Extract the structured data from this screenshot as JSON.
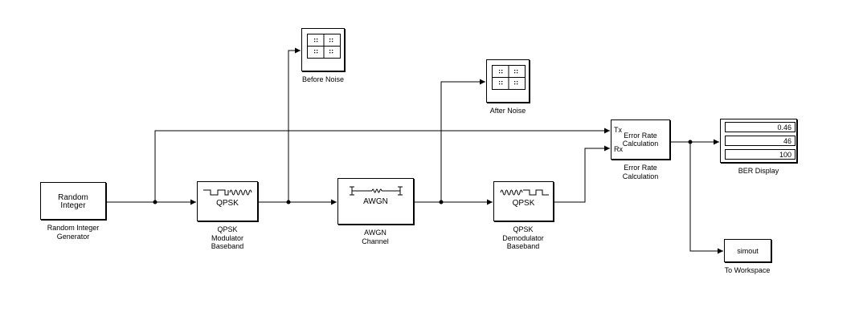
{
  "blocks": {
    "random_integer": {
      "text": [
        "Random",
        "Integer"
      ],
      "caption": "Random Integer\nGenerator"
    },
    "qpsk_mod": {
      "text": "QPSK",
      "caption": "QPSK\nModulator\nBaseband"
    },
    "awgn": {
      "text": "AWGN",
      "caption": "AWGN\nChannel"
    },
    "qpsk_demod": {
      "text": "QPSK",
      "caption": "QPSK\nDemodulator\nBaseband"
    },
    "error_rate": {
      "text": [
        "Error Rate",
        "Calculation"
      ],
      "port_tx": "Tx",
      "port_rx": "Rx",
      "caption": "Error Rate\nCalculation"
    },
    "ber_display": {
      "values": [
        "0.46",
        "46",
        "100"
      ],
      "caption": "BER Display"
    },
    "before_noise": {
      "caption": "Before Noise"
    },
    "after_noise": {
      "caption": "After Noise"
    },
    "to_workspace": {
      "text": "simout",
      "caption": "To Workspace"
    }
  }
}
